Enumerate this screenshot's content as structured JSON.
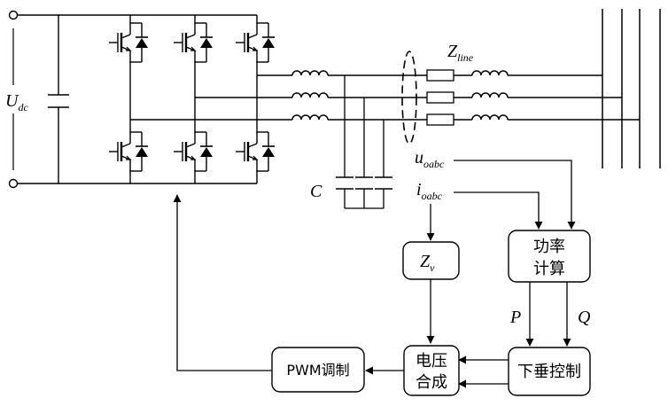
{
  "labels": {
    "dc_voltage": "U",
    "dc_voltage_sub": "dc",
    "line_impedance": "Z",
    "line_impedance_sub": "line",
    "filter_capacitor": "C",
    "output_voltage": "u",
    "output_voltage_sub": "oabc",
    "output_current": "i",
    "output_current_sub": "oabc",
    "virtual_impedance": "Z",
    "virtual_impedance_sub": "v",
    "active_power": "P",
    "reactive_power": "Q"
  },
  "blocks": {
    "power_calc_line1": "功率",
    "power_calc_line2": "计算",
    "droop_control": "下垂控制",
    "voltage_synth_line1": "电压",
    "voltage_synth_line2": "合成",
    "pwm": "PWM调制"
  }
}
